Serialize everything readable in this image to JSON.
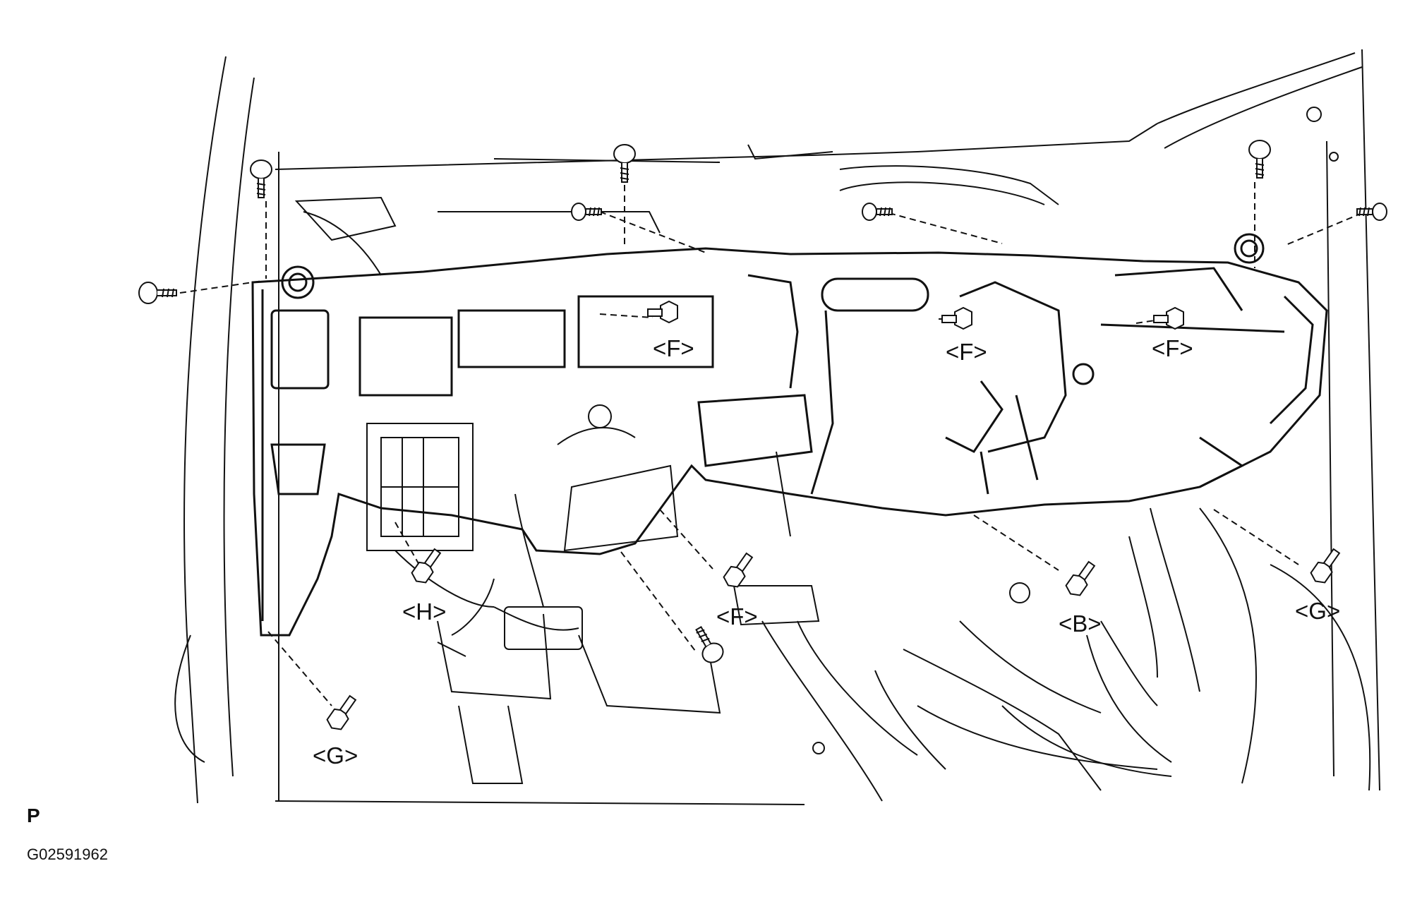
{
  "callouts": {
    "f_center": "<F>",
    "f_mid": "<F>",
    "f_right": "<F>",
    "f_lower": "<F>",
    "h_left": "<H>",
    "b_right": "<B>",
    "g_left": "<G>",
    "g_right": "<G>"
  },
  "footer": {
    "view_code": "P",
    "figure_id": "G02591962"
  },
  "colors": {
    "line": "#111111",
    "background": "#ffffff"
  }
}
